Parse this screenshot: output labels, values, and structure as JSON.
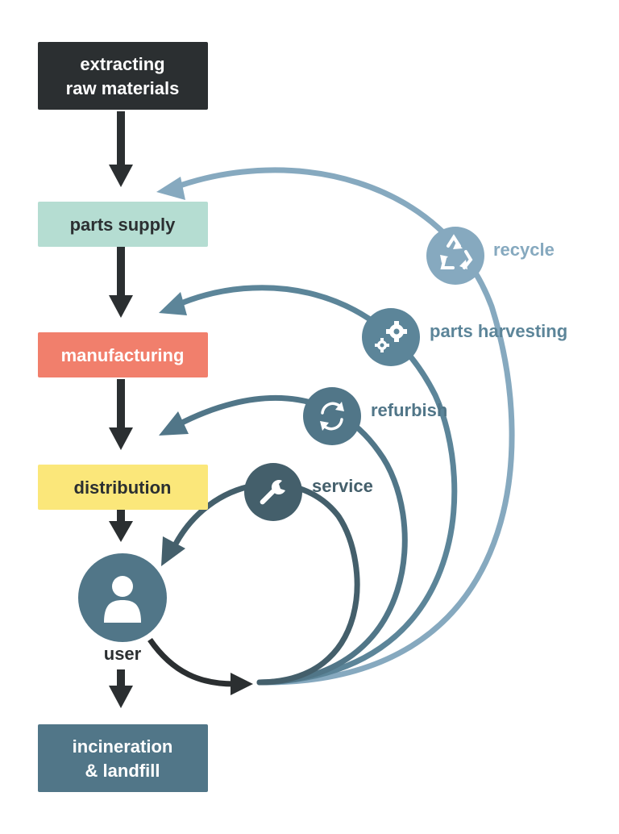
{
  "stages": {
    "extracting": {
      "line1": "extracting",
      "line2": "raw materials",
      "fill": "#2b2f31",
      "text_color": "#ffffff"
    },
    "parts_supply": {
      "label": "parts supply",
      "fill": "#b5ddd2",
      "text_color": "#2b2f31"
    },
    "manufacturing": {
      "label": "manufacturing",
      "fill": "#f17f6c",
      "text_color": "#ffffff"
    },
    "distribution": {
      "label": "distribution",
      "fill": "#fbe77a",
      "text_color": "#2b2f31"
    },
    "user": {
      "label": "user",
      "fill": "#517688",
      "text_color": "#2b2f31"
    },
    "disposal": {
      "line1": "incineration",
      "line2": "& landfill",
      "fill": "#517688",
      "text_color": "#ffffff"
    }
  },
  "loops": {
    "recycle": {
      "label": "recycle",
      "color": "#86a9bf",
      "icon": "recycle-icon"
    },
    "parts_harvesting": {
      "label": "parts harvesting",
      "color": "#5c8599",
      "icon": "gears-icon"
    },
    "refurbish": {
      "label": "refurbish",
      "color": "#517688",
      "icon": "refresh-icon"
    },
    "service": {
      "label": "service",
      "color": "#445f6b",
      "icon": "wrench-icon"
    }
  },
  "colors": {
    "flow_arrow": "#2b2f31"
  }
}
